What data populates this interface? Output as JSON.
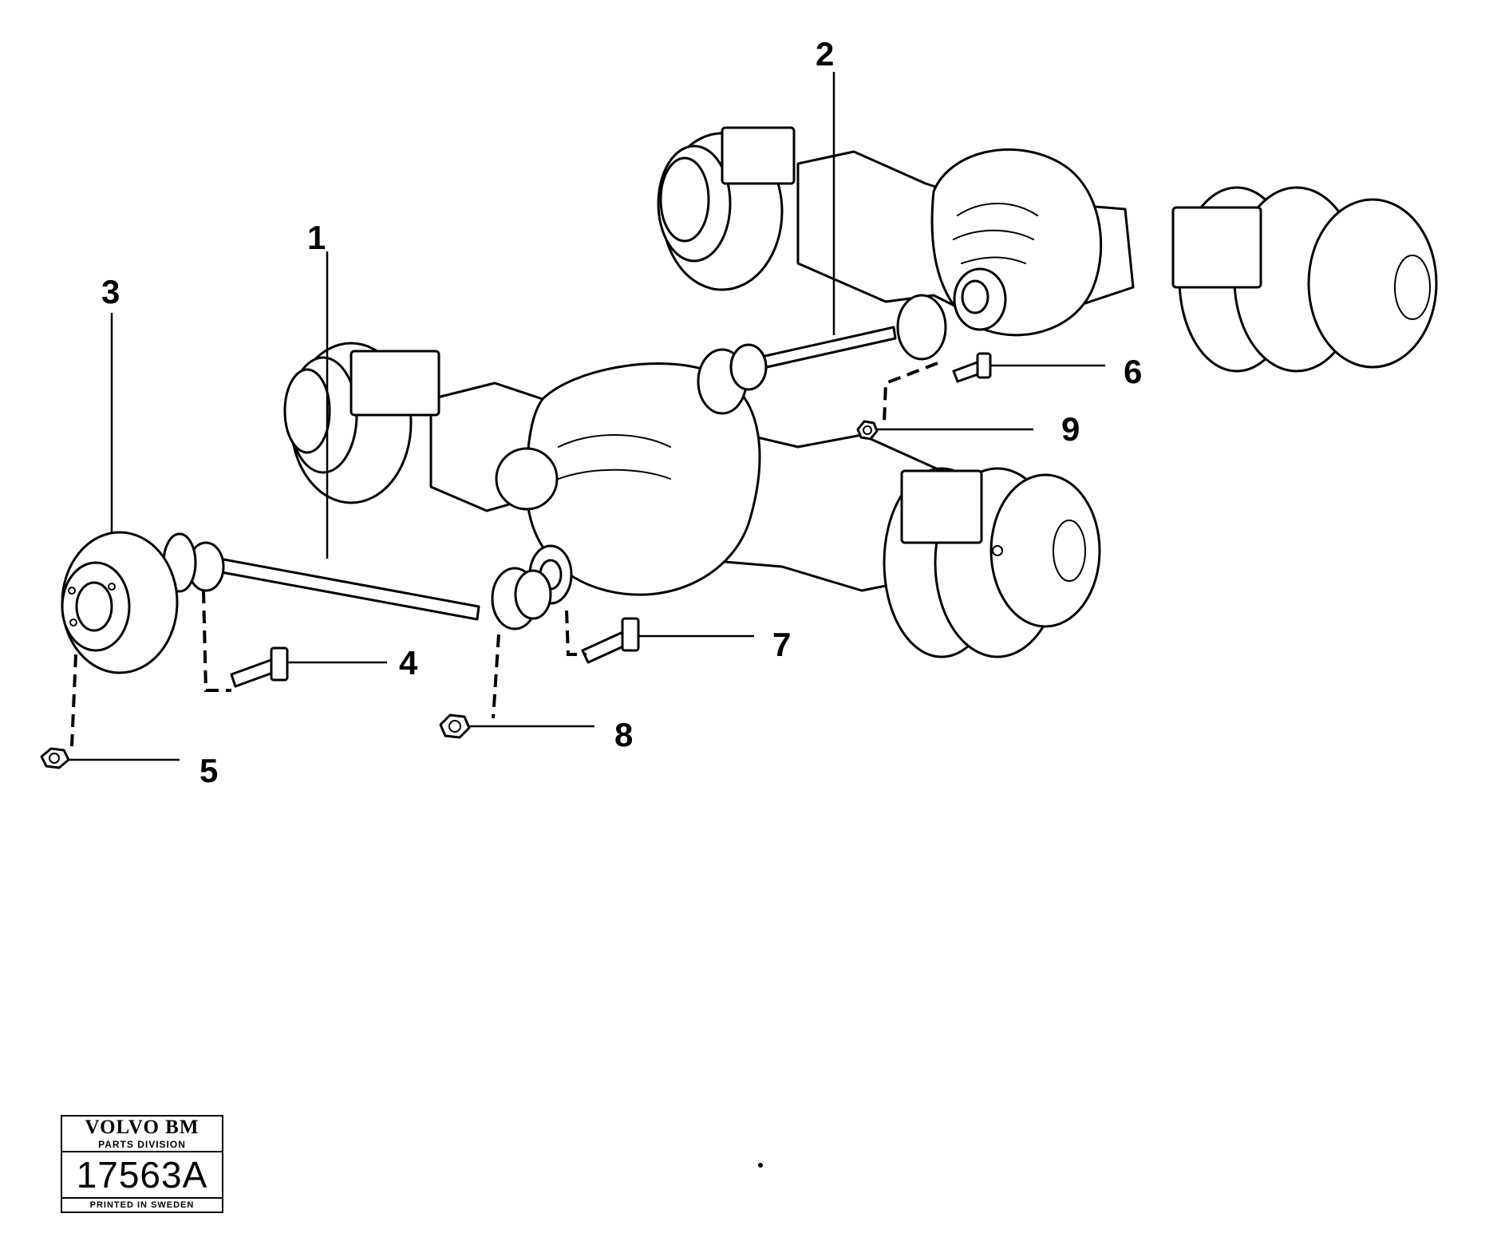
{
  "callouts": {
    "c1": "1",
    "c2": "2",
    "c3": "3",
    "c4": "4",
    "c5": "5",
    "c6": "6",
    "c7": "7",
    "c8": "8",
    "c9": "9"
  },
  "stamp": {
    "brand": "VOLVO BM",
    "division": "PARTS DIVISION",
    "number": "17563A",
    "printed": "PRINTED IN SWEDEN"
  }
}
